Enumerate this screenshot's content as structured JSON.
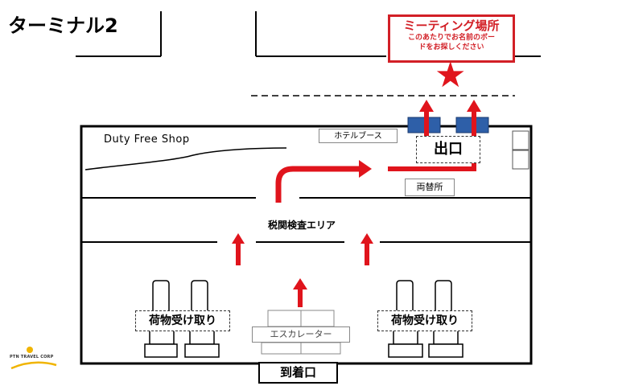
{
  "title": "ターミナル2",
  "meeting_point": {
    "title": "ミーティング場所",
    "subtitle_line1": "このあたりでお名前のボー",
    "subtitle_line2": "ドをお探しください"
  },
  "labels": {
    "duty_free": "Duty Free Shop",
    "hotel_booth": "ホテルブース",
    "exit": "出口",
    "exchange": "両替所",
    "customs": "税関検査エリア",
    "baggage_left": "荷物受け取り",
    "baggage_right": "荷物受け取り",
    "escalator": "エスカレーター",
    "arrival_gate": "到着口"
  },
  "logo": {
    "text": "PTN TRAVEL CORP"
  },
  "colors": {
    "accent_red": "#e0141c",
    "gate_blue": "#2e5fa8"
  },
  "icons": {
    "meeting_marker": "star-icon"
  }
}
